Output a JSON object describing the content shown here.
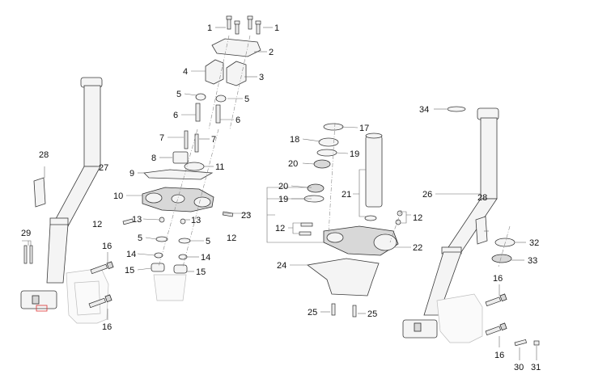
{
  "callouts": {
    "c1a": "1",
    "c1b": "1",
    "c2": "2",
    "c3": "3",
    "c4": "4",
    "c5a": "5",
    "c5b": "5",
    "c5c": "5",
    "c5d": "5",
    "c6a": "6",
    "c6b": "6",
    "c7a": "7",
    "c7b": "7",
    "c8": "8",
    "c9": "9",
    "c10": "10",
    "c11": "11",
    "c12a": "12",
    "c12b": "12",
    "c12c": "12",
    "c12d": "12",
    "c13a": "13",
    "c13b": "13",
    "c14a": "14",
    "c14b": "14",
    "c15a": "15",
    "c15b": "15",
    "c16a": "16",
    "c16b": "16",
    "c16c": "16",
    "c16d": "16",
    "c17": "17",
    "c18": "18",
    "c19a": "19",
    "c19b": "19",
    "c20a": "20",
    "c20b": "20",
    "c21": "21",
    "c22": "22",
    "c23": "23",
    "c24": "24",
    "c25a": "25",
    "c25b": "25",
    "c26": "26",
    "c27": "27",
    "c28a": "28",
    "c28b": "28",
    "c29": "29",
    "c30": "30",
    "c31": "31",
    "c32": "32",
    "c33": "33",
    "c34": "34"
  }
}
